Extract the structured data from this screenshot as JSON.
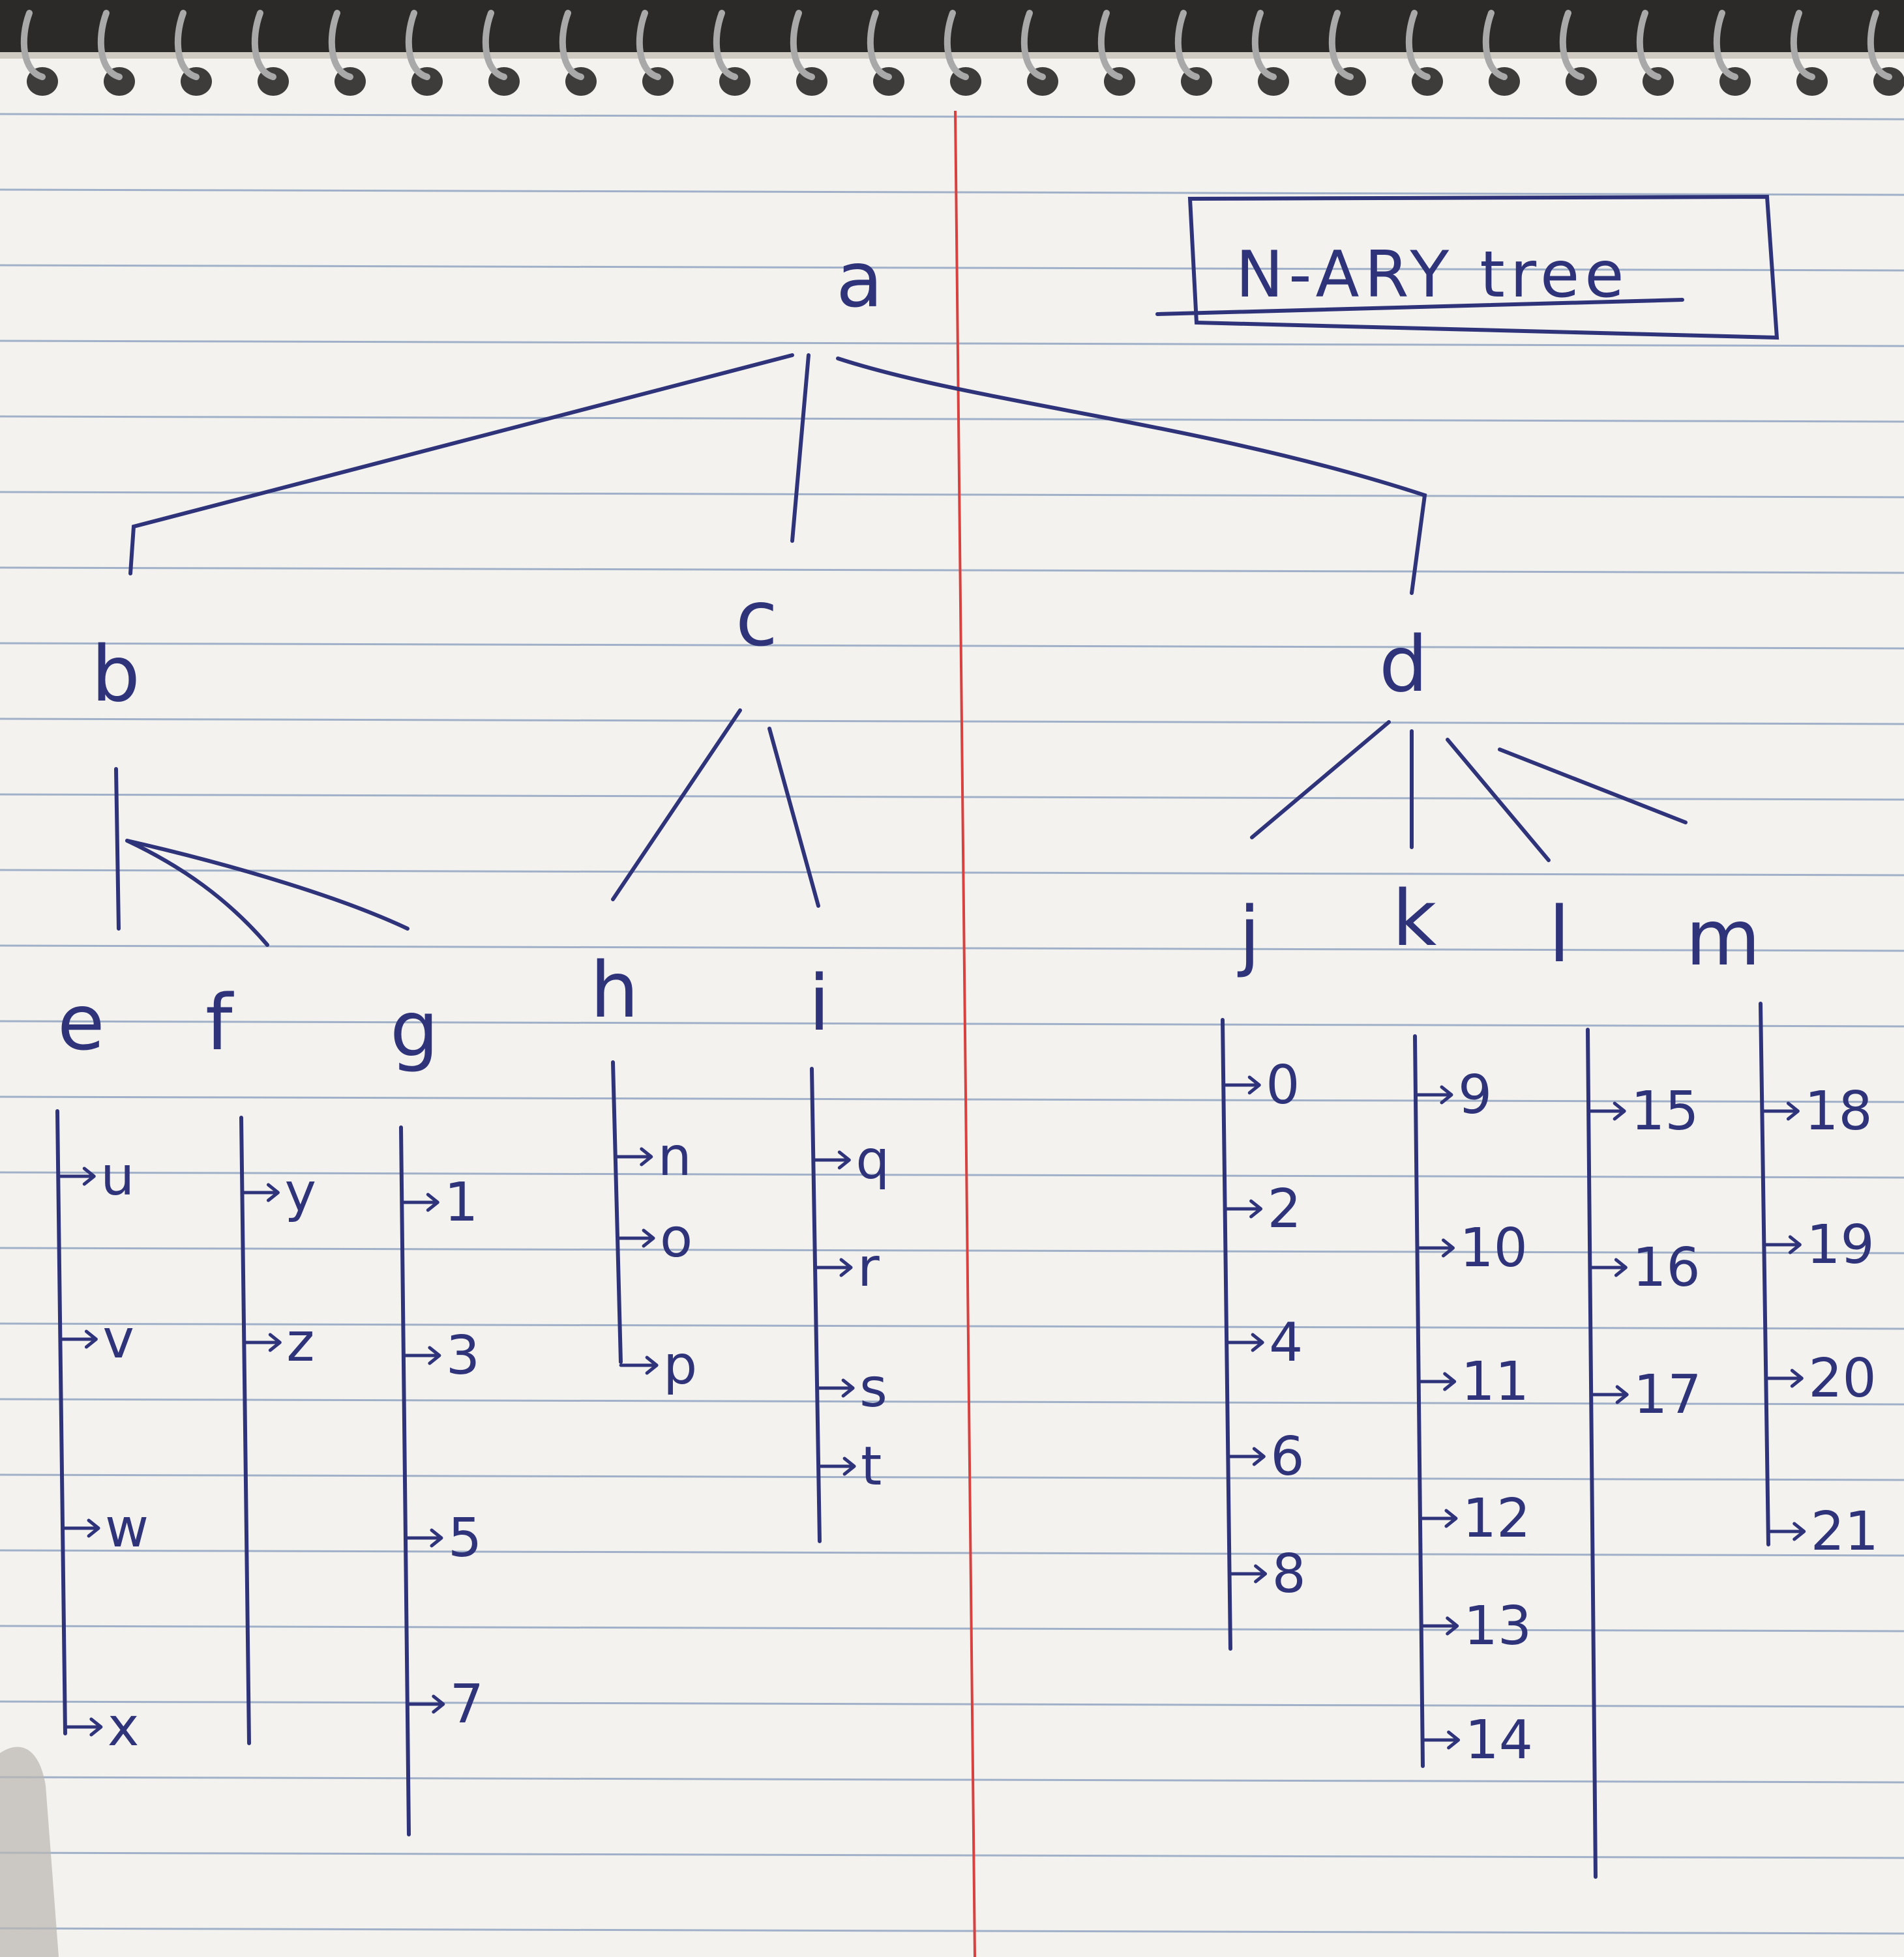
{
  "title": "N-ARY tree",
  "ink_color": "#2f347a",
  "rule_color": "#9fb0c8",
  "margin_color": "#d7413f",
  "paper_color": "#f3f2ee",
  "tree": {
    "root": "a",
    "children": [
      {
        "id": "b",
        "children": [
          {
            "id": "e",
            "items": [
              "u",
              "v",
              "w",
              "x"
            ]
          },
          {
            "id": "f",
            "items": [
              "y",
              "z"
            ]
          },
          {
            "id": "g",
            "items": [
              "1",
              "3",
              "5",
              "7"
            ]
          }
        ]
      },
      {
        "id": "c",
        "children": [
          {
            "id": "h",
            "items": [
              "n",
              "o",
              "p"
            ]
          },
          {
            "id": "i",
            "items": [
              "q",
              "r",
              "s",
              "t"
            ]
          }
        ]
      },
      {
        "id": "d",
        "children": [
          {
            "id": "j",
            "items": [
              "0",
              "2",
              "4",
              "6",
              "8"
            ]
          },
          {
            "id": "k",
            "items": [
              "9",
              "10",
              "11",
              "12",
              "13",
              "14"
            ]
          },
          {
            "id": "l",
            "items": [
              "15",
              "16",
              "17"
            ]
          },
          {
            "id": "m",
            "items": [
              "18",
              "19",
              "20",
              "21"
            ]
          }
        ]
      }
    ]
  }
}
